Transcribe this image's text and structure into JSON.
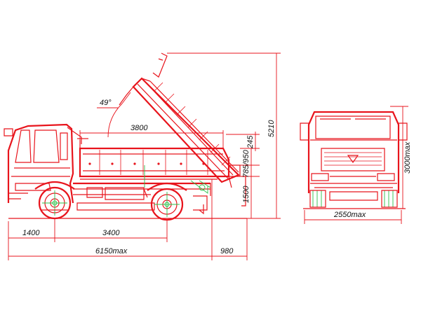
{
  "dimensions": {
    "tip_angle": "49°",
    "body_length": "3800",
    "front_overhang": "1400",
    "wheelbase": "3400",
    "overall_length": "6150max",
    "rear_extension": "980",
    "side_height": "245",
    "body_height": "785/950",
    "floor_height": "1500",
    "raised_height": "5210",
    "front_height": "3000max",
    "overall_width": "2550max"
  },
  "colors": {
    "outline": "#e8141c",
    "hydraulic": "#2ec04a",
    "text": "#111111"
  }
}
